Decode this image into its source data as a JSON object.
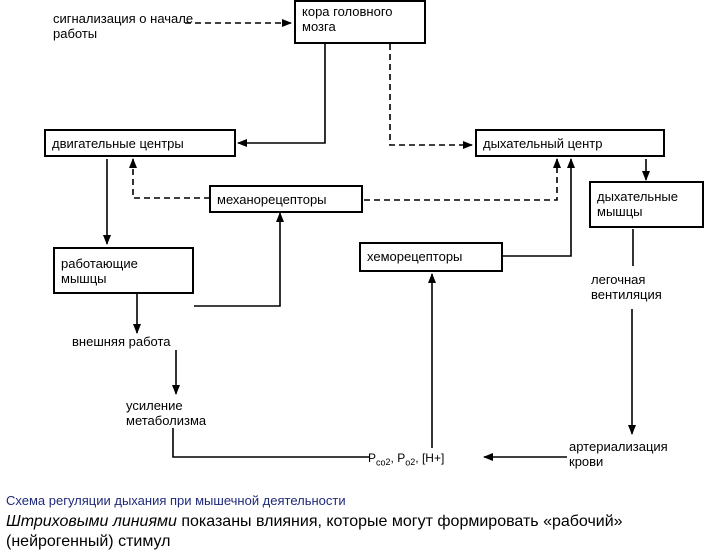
{
  "nodes": {
    "cortex": [
      "кора головного",
      "мозга"
    ],
    "motor_centers": "двигательные центры",
    "respiratory_center": "дыхательный центр",
    "mechanoreceptors": "механорецепторы",
    "respiratory_muscles": [
      "дыхательные",
      "мышцы"
    ],
    "working_muscles": [
      "работающие",
      "мышцы"
    ],
    "chemoreceptors": "хеморецепторы"
  },
  "labels": {
    "start_signal": [
      "сигнализация о начале",
      "работы"
    ],
    "pulmonary_ventilation": [
      "легочная",
      "вентиляция"
    ],
    "external_work": "внешняя работа",
    "metabolism": [
      "усиление",
      "метаболизма"
    ],
    "arterialization": [
      "артериализация",
      "крови"
    ],
    "gases": {
      "p1": "P",
      "s1": "co",
      "n1": "2",
      "sep1": ", ",
      "p2": "P",
      "s2": "o",
      "n2": "2",
      "sep2": ", ",
      "ion": "[H+]"
    }
  },
  "caption": "Схема регуляции дыхания при мышечной деятельности",
  "footnote": {
    "emphasis": "Штриховыми линиями",
    "rest": " показаны влияния, которые могут формировать «рабочий» (нейрогенный) стимул"
  }
}
